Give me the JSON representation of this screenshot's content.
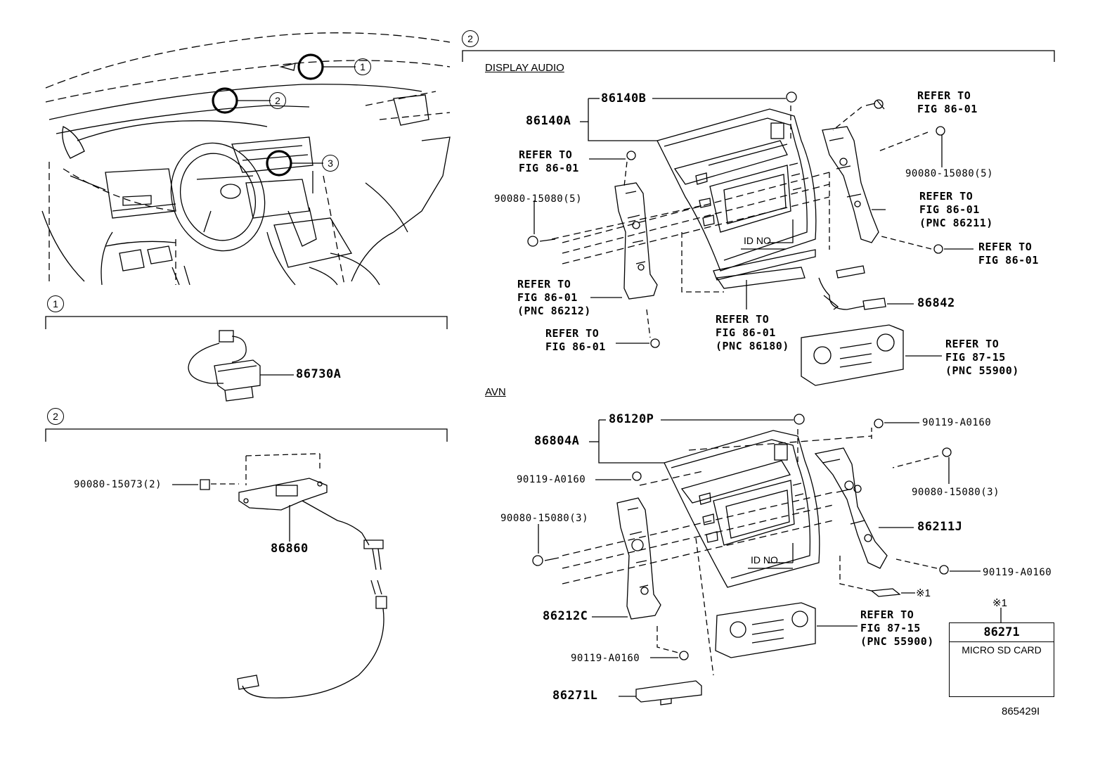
{
  "section_markers": {
    "dash_1": "1",
    "dash_2": "2",
    "dash_3": "3",
    "sec1": "1",
    "sec2_left": "2",
    "sec2_right": "2"
  },
  "headings": {
    "display_audio": "DISPLAY AUDIO",
    "avn": "AVN"
  },
  "labels": {
    "p86730A": "86730A",
    "p90080_15073": "90080-15073(2)",
    "p86860": "86860",
    "p86140B": "86140B",
    "p86140A": "86140A",
    "refer_da_top_right": "REFER TO\nFIG 86-01",
    "p90080_15080_right": "90080-15080(5)",
    "refer_da_right_mid": "REFER TO\nFIG 86-01\n(PNC 86211)",
    "refer_da_right_low": "REFER TO\nFIG 86-01",
    "refer_da_left_top": "REFER TO\nFIG 86-01",
    "p90080_15080_left": "90080-15080(5)",
    "refer_da_left_mid": "REFER TO\nFIG 86-01\n(PNC 86212)",
    "refer_da_left_low": "REFER TO\nFIG 86-01",
    "id_no_da": "ID NO.",
    "refer_da_bottom": "REFER TO\nFIG 86-01\n(PNC 86180)",
    "p86842": "86842",
    "refer_da_climate": "REFER TO\nFIG 87-15\n(PNC 55900)",
    "p86120P": "86120P",
    "p86804A": "86804A",
    "p90119_top_right": "90119-A0160",
    "p90119_left": "90119-A0160",
    "p90080_15080_3_right": "90080-15080(3)",
    "p90080_15080_3_left": "90080-15080(3)",
    "p86211J": "86211J",
    "id_no_avn": "ID NO.",
    "p90119_right_low": "90119-A0160",
    "ref_mark": "※1",
    "p86212C": "86212C",
    "refer_avn_climate": "REFER TO\nFIG 87-15\n(PNC 55900)",
    "p90119_bottom": "90119-A0160",
    "p86271L": "86271L"
  },
  "sd_box": {
    "mark": "※1",
    "part": "86271",
    "caption": "MICRO SD CARD"
  },
  "figure_id": "865429I"
}
